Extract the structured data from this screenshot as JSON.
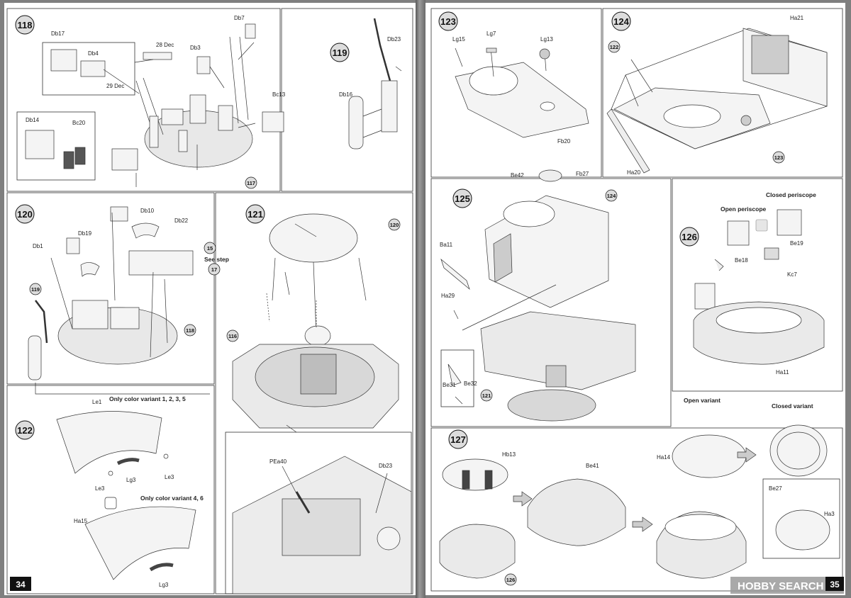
{
  "left_page": {
    "page_number": "34",
    "steps": [
      {
        "number": "118",
        "parts": [
          "Db17",
          "Db4",
          "Db7",
          "Db3",
          "Bc13",
          "Db14",
          "Bc20"
        ],
        "notes": [
          "28 Dec",
          "29 Dec"
        ],
        "callout": "117"
      },
      {
        "number": "119",
        "parts": [
          "Db23",
          "Db16"
        ]
      },
      {
        "number": "120",
        "parts": [
          "Db1",
          "Db19",
          "Db10",
          "Db22"
        ],
        "callouts": [
          "119",
          "118"
        ],
        "see_step": {
          "label": "See step",
          "step": "17",
          "ref": "15"
        }
      },
      {
        "number": "121",
        "callouts": [
          "120",
          "116"
        ],
        "detail_parts": [
          "PEa40",
          "Db23"
        ]
      },
      {
        "number": "122",
        "parts": [
          "Le1",
          "Le3",
          "Lg3",
          "Le3",
          "Ha15",
          "Lg3"
        ],
        "variant_a": "Only color variant 1, 2, 3, 5",
        "variant_b": "Only color variant 4, 6"
      }
    ]
  },
  "right_page": {
    "page_number": "35",
    "steps": [
      {
        "number": "123",
        "parts": [
          "Lg15",
          "Lg7",
          "Lg13",
          "Fb20"
        ]
      },
      {
        "number": "124",
        "parts": [
          "Ha21",
          "Ha20"
        ],
        "callouts": [
          "122",
          "123"
        ]
      },
      {
        "number": "125",
        "parts": [
          "Be42",
          "Fb27",
          "Ba11",
          "Ha29",
          "Be31",
          "Be32"
        ],
        "callouts": [
          "124",
          "121"
        ]
      },
      {
        "number": "126",
        "parts": [
          "Be19",
          "Be18",
          "Kc7",
          "Ha11"
        ],
        "open_label": "Open periscope",
        "closed_label": "Closed periscope"
      },
      {
        "number": "127",
        "parts": [
          "Hb13",
          "Be41",
          "Ha14",
          "Be27",
          "Ha3"
        ],
        "callout": "126",
        "open_variant": "Open variant",
        "closed_variant": "Closed variant"
      }
    ],
    "watermark": "HOBBY SEARCH"
  }
}
